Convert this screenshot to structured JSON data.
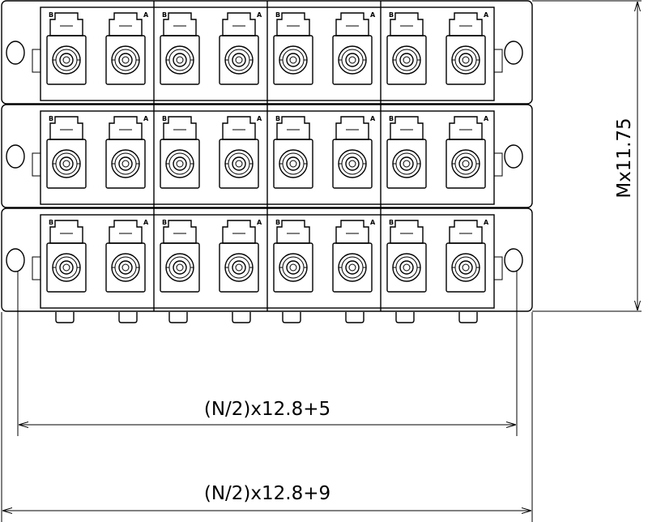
{
  "diagram": {
    "rows": 3,
    "modules_per_row": 4,
    "ports_per_module": 2,
    "port_labels": [
      "B",
      "A"
    ],
    "rear_pins": 8,
    "dimensions": {
      "inner_width": "(N/2)x12.8+5",
      "outer_width": "(N/2)x12.8+9",
      "height": "Mx11.75"
    }
  }
}
